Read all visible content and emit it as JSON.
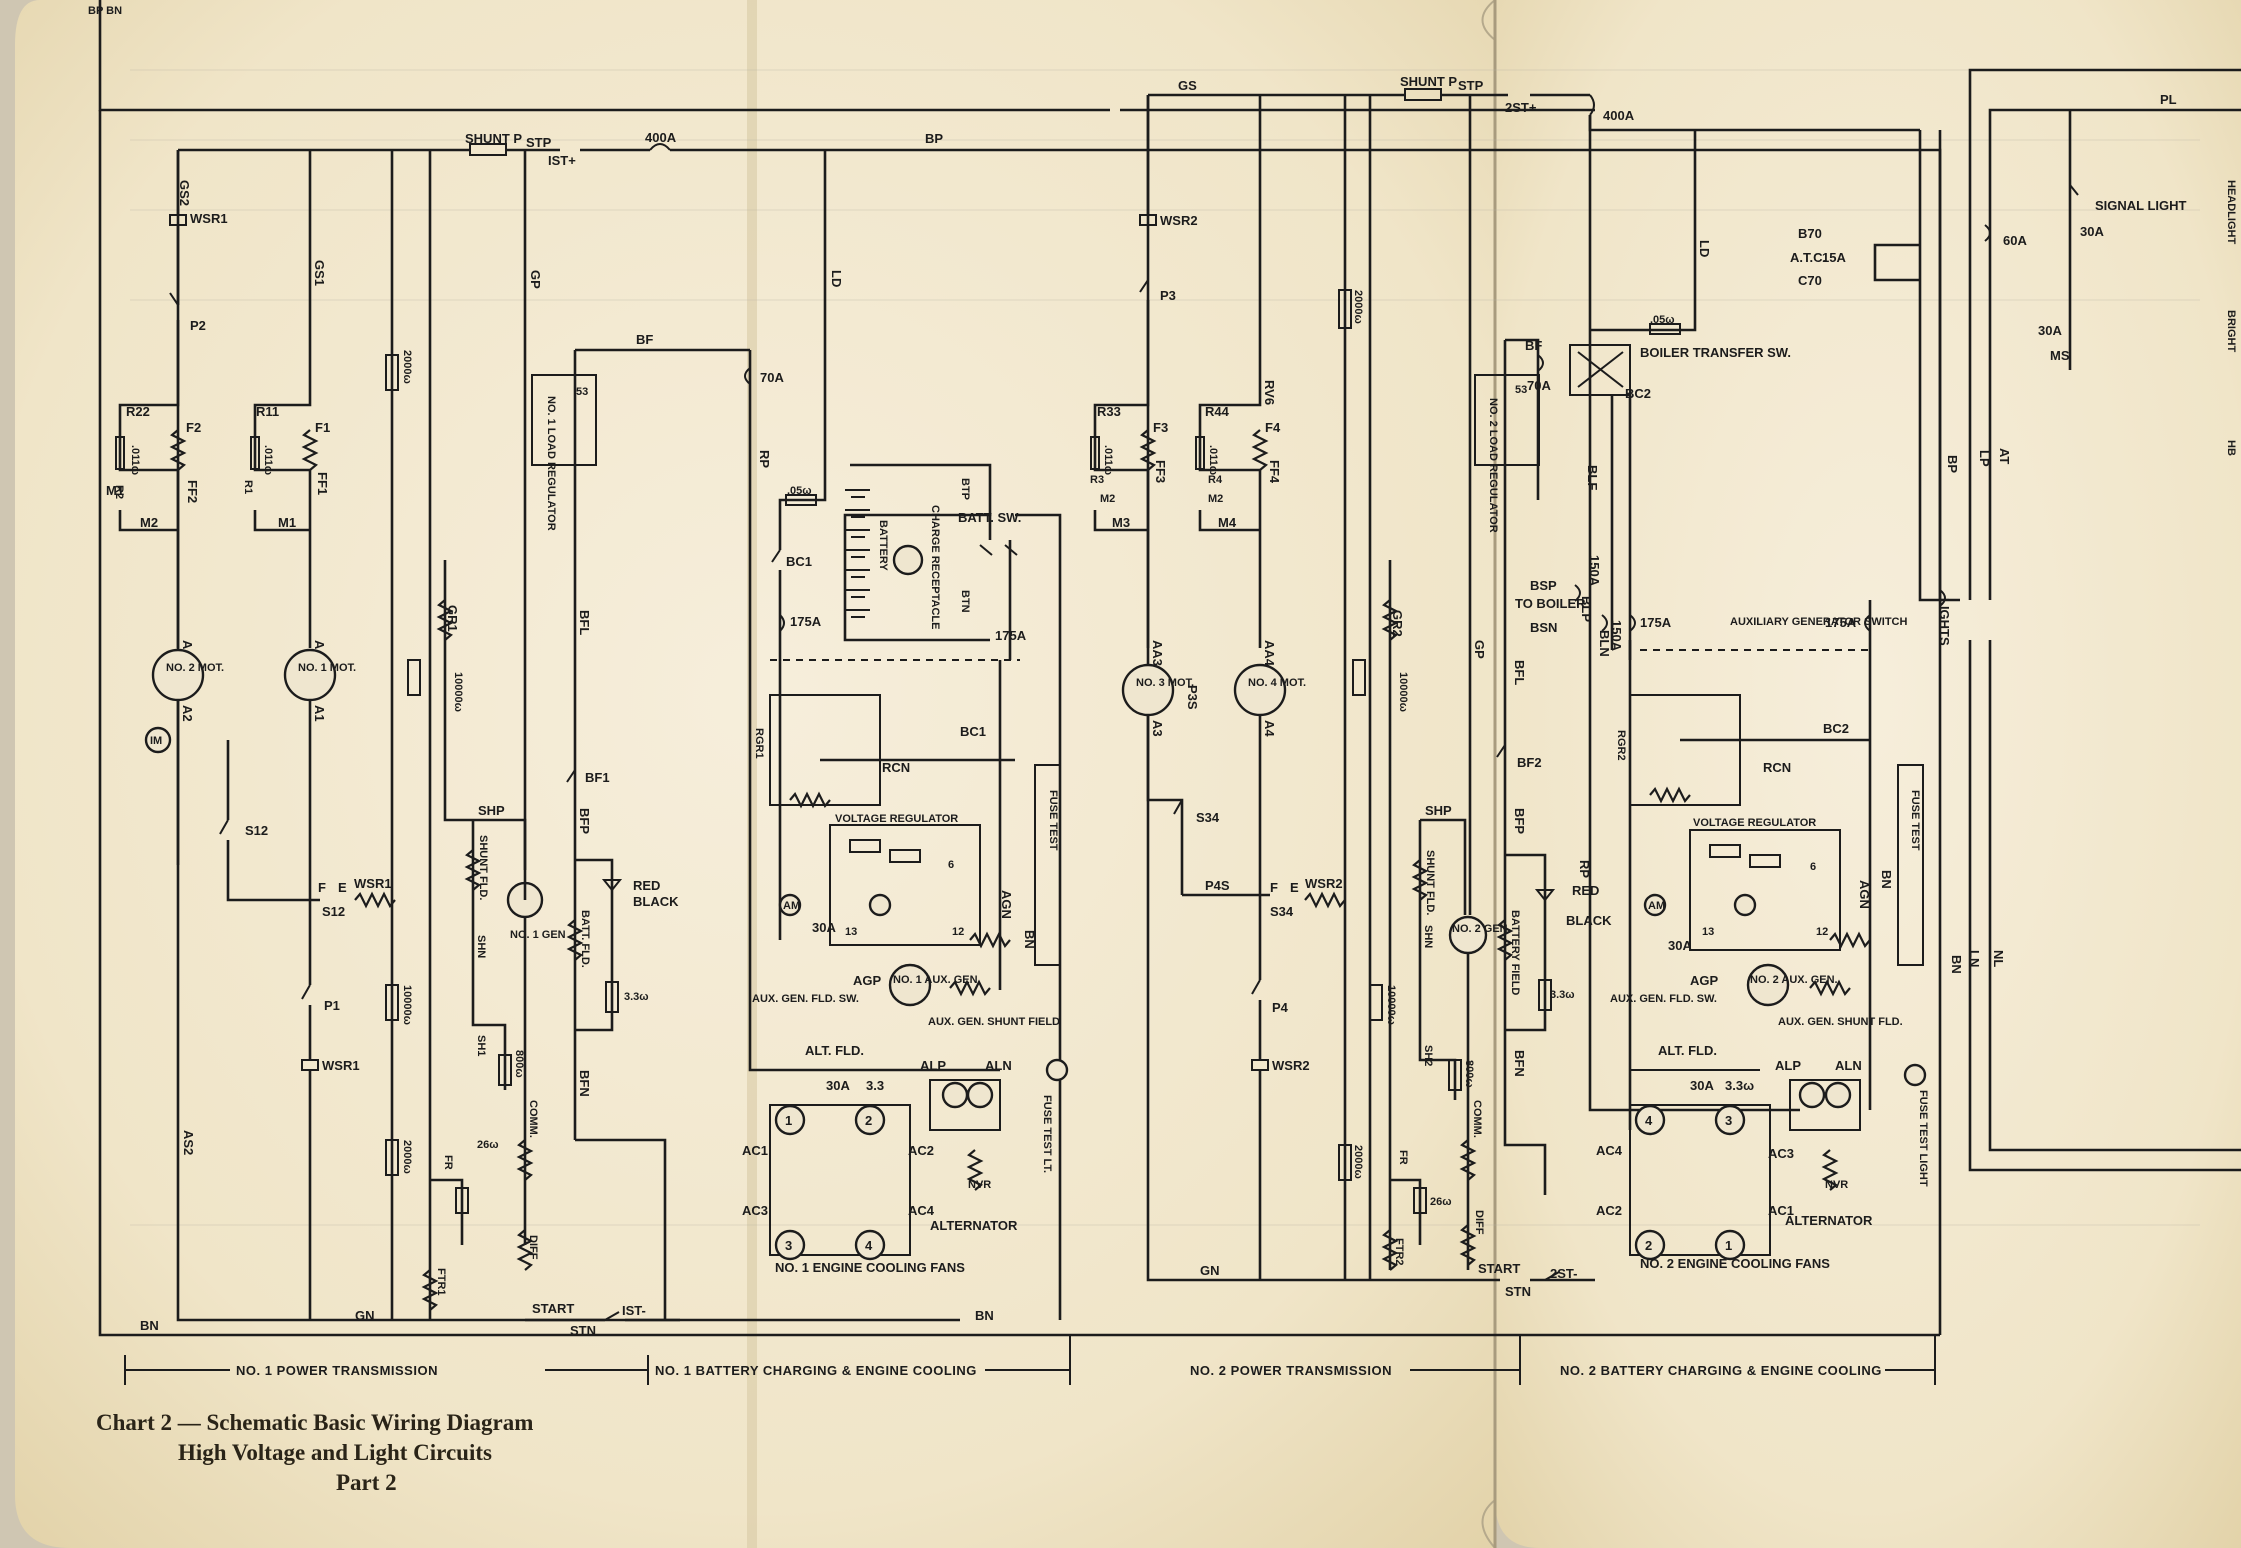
{
  "title": {
    "line1": "Chart 2 — Schematic Basic Wiring Diagram",
    "line2": "High Voltage and Light Circuits",
    "line3": "Part 2"
  },
  "sections": [
    "NO. 1 POWER TRANSMISSION",
    "NO. 1 BATTERY CHARGING & ENGINE COOLING",
    "NO. 2 POWER TRANSMISSION",
    "NO. 2 BATTERY CHARGING & ENGINE COOLING"
  ],
  "edge_labels": {
    "top_left": "BP BN",
    "headlight": "HEADLIGHT",
    "bright": "BRIGHT",
    "hb": "HB"
  },
  "buses": {
    "bp": "BP",
    "bn": "BN",
    "gs": "GS",
    "gn": "GN",
    "pl": "PL",
    "ld": "LD",
    "stn": "STN"
  },
  "left": {
    "shunt_p": "SHUNT P",
    "stp": "STP",
    "ist_plus": "IST+",
    "fuse400": "400A",
    "gs2": "GS2",
    "wsr1": "WSR1",
    "p2": "P2",
    "r22": "R22",
    "r11": "R11",
    "f2": "F2",
    "ff2": "FF2",
    "f1": "F1",
    "ff1": "FF1",
    "r2": "R2",
    "r1": "R1",
    "m1": "M1",
    "m2": "M2",
    "ohm011": ".011ω",
    "gs1": "GS1",
    "gp": "GP",
    "aa2": "AA2",
    "aa1": "AA1",
    "a2": "A2",
    "a1": "A1",
    "mot2": "NO. 2 MOT.",
    "mot1": "NO. 1 MOT.",
    "im": "IM",
    "s12": "S12",
    "f": "F",
    "e": "E",
    "p1": "P1",
    "as2": "AS2",
    "r2000a": "2000ω",
    "r2000b": "2000ω",
    "r10000a": "10000ω",
    "r10000b": "10000ω",
    "gr1": "GR1",
    "shp": "SHP",
    "shunt_fld": "SHUNT FLD.",
    "shn": "SHN",
    "sh1": "SH1",
    "r800": "800ω",
    "gen1": "NO. 1 GEN",
    "fr": "FR",
    "r26": "26ω",
    "comm": "COMM.",
    "diff": "DIFF",
    "ftr1": "FTR1",
    "start": "START",
    "ist_minus": "IST-",
    "bf": "BF",
    "fuse70": "70A",
    "load_reg": "NO. 1 LOAD REGULATOR",
    "reg53": "53",
    "bfl": "BFL",
    "bf1": "BF1",
    "bfp": "BFP",
    "batt_fld": "BATT. FLD.",
    "red": "RED",
    "black": "BLACK",
    "r3_3": "3.3ω",
    "bfn": "BFN",
    "rp": "RP"
  },
  "cool1": {
    "r05": ".05ω",
    "bc1": "BC1",
    "f175a": "175A",
    "f175b": "175A",
    "battery": "BATTERY",
    "charge_rec": "CHARGE RECEPTACLE",
    "btp": "BTP",
    "btn": "BTN",
    "batt_sw": "BATT. SW.",
    "rgr1": "RGR1",
    "bc1b": "BC1",
    "rcn": "RCN",
    "volt_reg": "VOLTAGE REGULATOR",
    "n6": "6",
    "n13": "13",
    "n12": "12",
    "am": "AM",
    "f30": "30A",
    "agn": "AGN",
    "agp": "AGP",
    "aux_gen": "NO. 1 AUX. GEN.",
    "aux_fld_sw": "AUX. GEN. FLD. SW.",
    "aux_shunt": "AUX. GEN. SHUNT FIELD",
    "bn": "BN",
    "fuse_test": "FUSE TEST",
    "fuse_test_lt": "FUSE TEST LT.",
    "alt_fld": "ALT. FLD.",
    "f30b": "30A",
    "r33": "3.3",
    "alp": "ALP",
    "aln": "ALN",
    "ac1": "AC1",
    "ac2": "AC2",
    "ac3": "AC3",
    "ac4": "AC4",
    "nvr": "NVR",
    "alternator": "ALTERNATOR",
    "fan1": "1",
    "fan2": "2",
    "fan3": "3",
    "fan4": "4",
    "fans": "NO. 1 ENGINE COOLING FANS"
  },
  "pt2": {
    "gs": "GS",
    "shunt_p": "SHUNT P",
    "stp": "STP",
    "st2": "2ST+",
    "f400": "400A",
    "wsr2": "WSR2",
    "p3": "P3",
    "r33": "R33",
    "r44": "R44",
    "f3": "F3",
    "ff3": "FF3",
    "f4": "F4",
    "ff4": "FF4",
    "r3": "R3",
    "r4": "R4",
    "m2": "M2",
    "m2b": "M2",
    "m3": "M3",
    "m4": "M4",
    "ohm011": ".011ω",
    "ohm011b": ".011ω",
    "rv6": "RV6",
    "r2000": "2000ω",
    "r2000b": "2000ω",
    "aa3": "AA3",
    "aa4": "AA4",
    "a3": "A3",
    "a4": "A4",
    "mot3": "NO. 3 MOT.",
    "mot4": "NO. 4 MOT.",
    "p3s": "P3S",
    "s34": "S34",
    "p4s": "P4S",
    "f": "F",
    "e": "E",
    "s34b": "S34",
    "wsr2b": "WSR2",
    "p4": "P4",
    "wsr2c": "WSR2",
    "gr2": "GR2",
    "r10000": "10000ω",
    "r10000b": "10000ω",
    "gp": "GP",
    "shp": "SHP",
    "shunt_fld": "SHUNT FLD.",
    "shn": "SHN",
    "sh2": "SH2",
    "r800": "800ω",
    "gen2": "NO. 2 GEN.",
    "fr": "FR",
    "r26": "26ω",
    "comm": "COMM.",
    "diff": "DIFF",
    "ftr2": "FTR2",
    "start": "START",
    "stn": "STN",
    "st2m": "2ST-"
  },
  "cool2": {
    "bf": "BF",
    "load_reg": "NO. 2 LOAD REGULATOR",
    "reg53": "53",
    "f70": "70A",
    "r05": ".05ω",
    "boiler_sw": "BOILER TRANSFER SW.",
    "bc2": "BC2",
    "blf": "BLF",
    "bsp": "BSP",
    "to_boiler": "TO BOILER",
    "bsn": "BSN",
    "f150a": "150A",
    "f150b": "150A",
    "blp": "BLP",
    "bln": "BLN",
    "bfl": "BFL",
    "bf2": "BF2",
    "bfp": "BFP",
    "red": "RED",
    "black": "BLACK",
    "batt_field": "BATTERY FIELD",
    "r3_3": "3.3ω",
    "bfn": "BFN",
    "rp": "RP",
    "f175a": "175A",
    "f175b": "175A",
    "aux_sw": "AUXILIARY GENERATOR SWITCH",
    "rgr2": "RGR2",
    "bc2b": "BC2",
    "rcn": "RCN",
    "volt_reg": "VOLTAGE REGULATOR",
    "n6": "6",
    "n13": "13",
    "n12": "12",
    "am": "AM",
    "f30": "30A",
    "agn": "AGN",
    "agp": "AGP",
    "aux_gen": "NO. 2 AUX. GEN.",
    "aux_fld_sw": "AUX. GEN. FLD. SW.",
    "aux_shunt": "AUX. GEN. SHUNT FLD.",
    "bn": "BN",
    "fuse_test": "FUSE TEST",
    "fuse_test_light": "FUSE TEST LIGHT",
    "alt_fld": "ALT. FLD.",
    "f30b": "30A",
    "r33": "3.3ω",
    "alp": "ALP",
    "aln": "ALN",
    "ac1": "AC1",
    "ac2": "AC2",
    "ac3": "AC3",
    "ac4": "AC4",
    "nvr": "NVR",
    "alternator": "ALTERNATOR",
    "fan1": "1",
    "fan2": "2",
    "fan3": "3",
    "fan4": "4",
    "fans": "NO. 2 ENGINE COOLING FANS"
  },
  "lights": {
    "pl": "PL",
    "signal_light": "SIGNAL LIGHT",
    "f30a": "30A",
    "f60a": "60A",
    "b70": "B70",
    "atc": "A.T.C.",
    "f15a": "15A",
    "c70": "C70",
    "f30b": "30A",
    "ms": "MS",
    "bp": "BP",
    "lp": "LP",
    "at": "AT",
    "lights": "LIGHTS",
    "nl": "NL",
    "ln": "LN",
    "bn": "BN"
  }
}
